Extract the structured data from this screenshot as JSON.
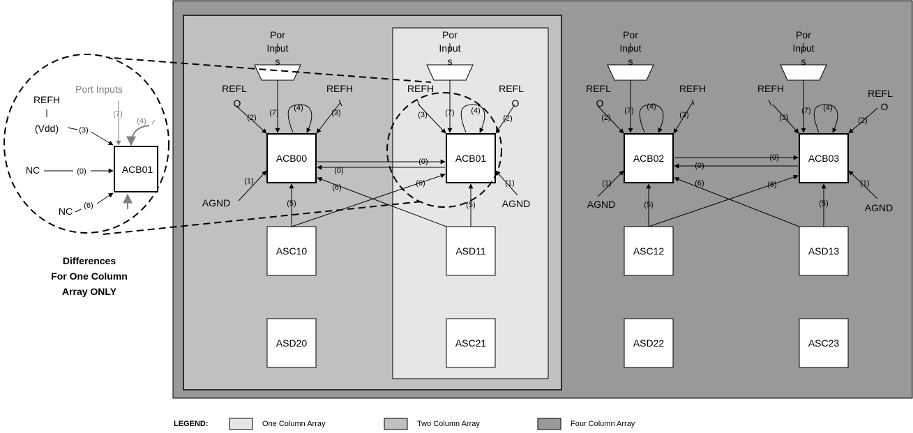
{
  "blocks": {
    "acb00": "ACB00",
    "acb01": "ACB01",
    "acb02": "ACB02",
    "acb03": "ACB03",
    "asc10": "ASC10",
    "asd11": "ASD11",
    "asc12": "ASC12",
    "asd13": "ASD13",
    "asd20": "ASD20",
    "asc21": "ASC21",
    "asd22": "ASD22",
    "asc23": "ASC23"
  },
  "signals": {
    "refh": "REFH",
    "refl": "REFL",
    "agnd": "AGND",
    "nc": "NC",
    "vdd": "(Vdd)",
    "port_input_1": "Por",
    "port_input_2": "Input",
    "port_input_3": "s",
    "port_inputs": "Port Inputs"
  },
  "mux_numbers": {
    "n0": "(0)",
    "n1": "(1)",
    "n2": "(2)",
    "n3": "(3)",
    "n4": "(4)",
    "n5": "(5)",
    "n6": "(6)",
    "n7": "(7)"
  },
  "inset": {
    "block": "ACB01",
    "caption_1": "Differences",
    "caption_2": "For One Column",
    "caption_3": "Array ONLY"
  },
  "legend": {
    "title": "LEGEND:",
    "items": [
      {
        "label": "One Column Array",
        "color": "#e6e6e6"
      },
      {
        "label": "Two Column Array",
        "color": "#c0c0c0"
      },
      {
        "label": "Four Column Array",
        "color": "#999999"
      }
    ]
  }
}
